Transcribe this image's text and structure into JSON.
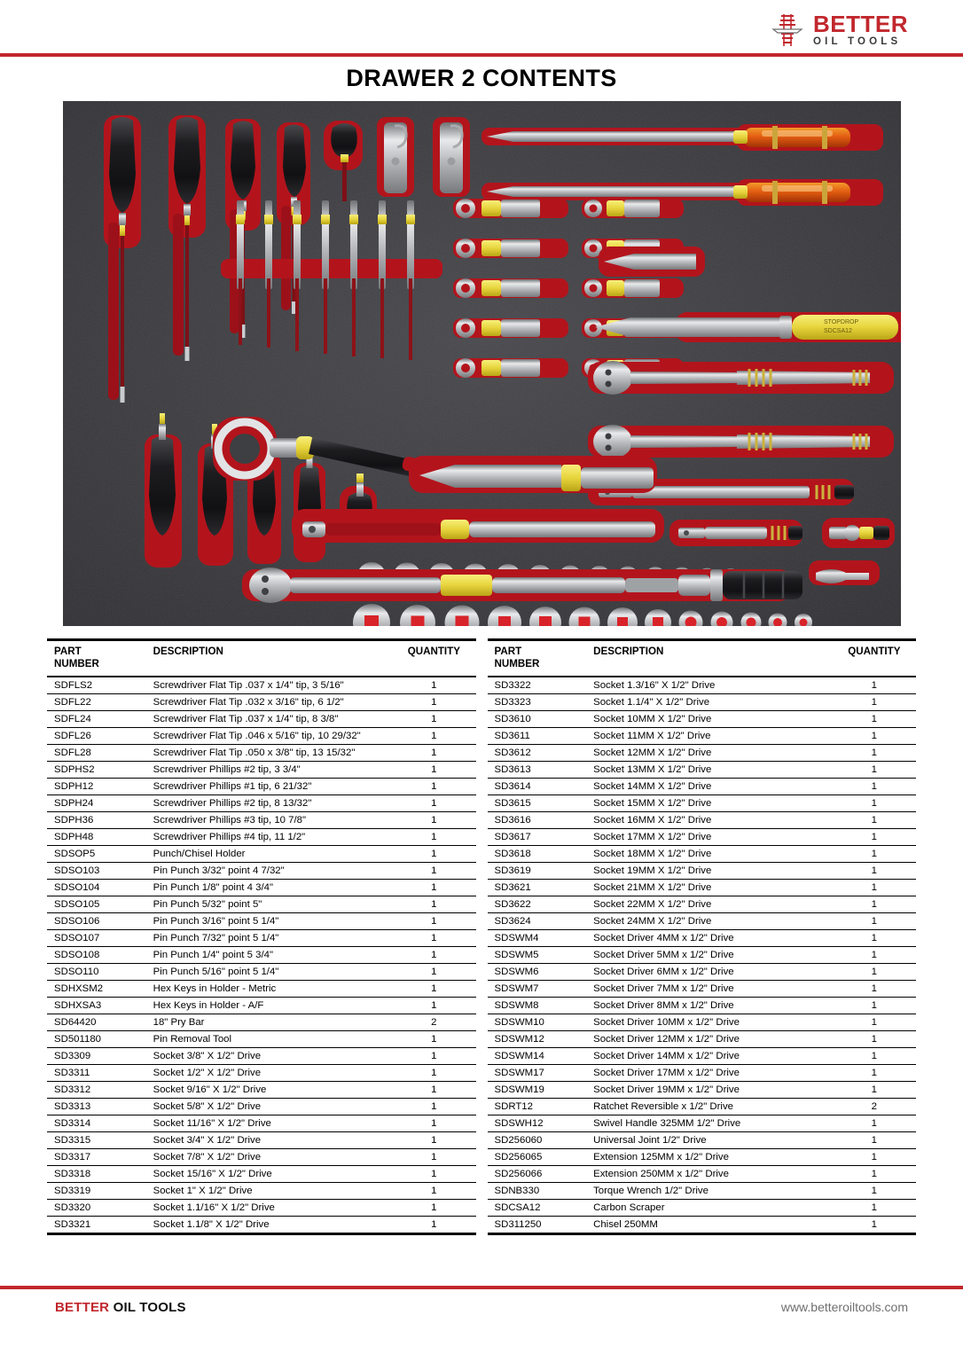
{
  "header": {
    "logo_brand": "BETTER",
    "logo_subtitle": "OIL TOOLS",
    "logo_icon": "oil-derrick-icon"
  },
  "title": "DRAWER 2 CONTENTS",
  "photo": {
    "alt": "Drawer 2 foam insert with screwdrivers, punches, sockets, ratchets and torque wrench",
    "foam_color": "#3c3c40",
    "cutout_color": "#b3141c",
    "accent_yellow": "#e8d43a",
    "chrome_color": "#d8d9db",
    "handle_color": "#1b1b1e",
    "scraper_label": "STOPDROP SDCSA12"
  },
  "table": {
    "headers": {
      "part_number_line1": "PART",
      "part_number_line2": "NUMBER",
      "description": "DESCRIPTION",
      "quantity": "QUANTITY"
    },
    "left_rows": [
      {
        "part": "SDFLS2",
        "desc": "Screwdriver Flat Tip .037 x 1/4\" tip, 3 5/16\"",
        "qty": "1"
      },
      {
        "part": "SDFL22",
        "desc": "Screwdriver Flat Tip .032 x 3/16\" tip, 6 1/2\"",
        "qty": "1"
      },
      {
        "part": "SDFL24",
        "desc": "Screwdriver Flat Tip .037 x 1/4\" tip, 8 3/8\"",
        "qty": "1"
      },
      {
        "part": "SDFL26",
        "desc": "Screwdriver Flat Tip .046 x 5/16\" tip, 10 29/32\"",
        "qty": "1"
      },
      {
        "part": "SDFL28",
        "desc": "Screwdriver Flat Tip .050 x 3/8\" tip, 13 15/32\"",
        "qty": "1"
      },
      {
        "part": "SDPHS2",
        "desc": "Screwdriver Phillips #2 tip, 3 3/4\"",
        "qty": "1"
      },
      {
        "part": "SDPH12",
        "desc": "Screwdriver Phillips #1 tip, 6 21/32\"",
        "qty": "1"
      },
      {
        "part": "SDPH24",
        "desc": "Screwdriver Phillips #2 tip, 8 13/32\"",
        "qty": "1"
      },
      {
        "part": "SDPH36",
        "desc": "Screwdriver Phillips #3 tip, 10 7/8\"",
        "qty": "1"
      },
      {
        "part": "SDPH48",
        "desc": "Screwdriver Phillips #4 tip, 11 1/2\"",
        "qty": "1"
      },
      {
        "part": "SDSOP5",
        "desc": "Punch/Chisel Holder",
        "qty": "1"
      },
      {
        "part": "SDSO103",
        "desc": "Pin Punch 3/32\" point 4 7/32\"",
        "qty": "1"
      },
      {
        "part": "SDSO104",
        "desc": "Pin Punch 1/8\" point 4 3/4\"",
        "qty": "1"
      },
      {
        "part": "SDSO105",
        "desc": "Pin Punch 5/32\" point 5\"",
        "qty": "1"
      },
      {
        "part": "SDSO106",
        "desc": "Pin Punch 3/16\" point 5 1/4\"",
        "qty": "1"
      },
      {
        "part": "SDSO107",
        "desc": "Pin Punch 7/32\" point 5 1/4\"",
        "qty": "1"
      },
      {
        "part": "SDSO108",
        "desc": "Pin Punch 1/4\" point 5 3/4\"",
        "qty": "1"
      },
      {
        "part": "SDSO110",
        "desc": "Pin Punch 5/16\" point 5 1/4\"",
        "qty": "1"
      },
      {
        "part": "SDHXSM2",
        "desc": "Hex Keys in Holder - Metric",
        "qty": "1"
      },
      {
        "part": "SDHXSA3",
        "desc": "Hex Keys in Holder - A/F",
        "qty": "1"
      },
      {
        "part": "SD64420",
        "desc": "18\" Pry Bar",
        "qty": "2"
      },
      {
        "part": "SD501180",
        "desc": "Pin Removal Tool",
        "qty": "1"
      },
      {
        "part": "SD3309",
        "desc": "Socket 3/8\" X 1/2\" Drive",
        "qty": "1"
      },
      {
        "part": "SD3311",
        "desc": "Socket 1/2\" X 1/2\" Drive",
        "qty": "1"
      },
      {
        "part": "SD3312",
        "desc": "Socket 9/16\" X 1/2\" Drive",
        "qty": "1"
      },
      {
        "part": "SD3313",
        "desc": "Socket 5/8\" X 1/2\" Drive",
        "qty": "1"
      },
      {
        "part": "SD3314",
        "desc": "Socket 11/16\" X 1/2\" Drive",
        "qty": "1"
      },
      {
        "part": "SD3315",
        "desc": "Socket 3/4\" X 1/2\" Drive",
        "qty": "1"
      },
      {
        "part": "SD3317",
        "desc": "Socket 7/8\" X 1/2\" Drive",
        "qty": "1"
      },
      {
        "part": "SD3318",
        "desc": "Socket 15/16\" X 1/2\" Drive",
        "qty": "1"
      },
      {
        "part": "SD3319",
        "desc": "Socket 1\" X 1/2\" Drive",
        "qty": "1"
      },
      {
        "part": "SD3320",
        "desc": "Socket 1.1/16\" X 1/2\" Drive",
        "qty": "1"
      },
      {
        "part": "SD3321",
        "desc": "Socket 1.1/8\" X 1/2\" Drive",
        "qty": "1"
      }
    ],
    "right_rows": [
      {
        "part": "SD3322",
        "desc": "Socket 1.3/16\" X 1/2\" Drive",
        "qty": "1"
      },
      {
        "part": "SD3323",
        "desc": "Socket 1.1/4\" X 1/2\" Drive",
        "qty": "1"
      },
      {
        "part": "SD3610",
        "desc": "Socket 10MM X 1/2\" Drive",
        "qty": "1"
      },
      {
        "part": "SD3611",
        "desc": "Socket 11MM X 1/2\" Drive",
        "qty": "1"
      },
      {
        "part": "SD3612",
        "desc": "Socket 12MM X 1/2\" Drive",
        "qty": "1"
      },
      {
        "part": "SD3613",
        "desc": "Socket 13MM X 1/2\" Drive",
        "qty": "1"
      },
      {
        "part": "SD3614",
        "desc": "Socket 14MM X 1/2\" Drive",
        "qty": "1"
      },
      {
        "part": "SD3615",
        "desc": "Socket 15MM X 1/2\" Drive",
        "qty": "1"
      },
      {
        "part": "SD3616",
        "desc": "Socket 16MM X 1/2\" Drive",
        "qty": "1"
      },
      {
        "part": "SD3617",
        "desc": "Socket 17MM X 1/2\" Drive",
        "qty": "1"
      },
      {
        "part": "SD3618",
        "desc": "Socket 18MM X 1/2\" Drive",
        "qty": "1"
      },
      {
        "part": "SD3619",
        "desc": "Socket 19MM X 1/2\" Drive",
        "qty": "1"
      },
      {
        "part": "SD3621",
        "desc": "Socket 21MM X 1/2\" Drive",
        "qty": "1"
      },
      {
        "part": "SD3622",
        "desc": "Socket 22MM X 1/2\" Drive",
        "qty": "1"
      },
      {
        "part": "SD3624",
        "desc": "Socket 24MM X 1/2\" Drive",
        "qty": "1"
      },
      {
        "part": "SDSWM4",
        "desc": "Socket Driver 4MM x 1/2\" Drive",
        "qty": "1"
      },
      {
        "part": "SDSWM5",
        "desc": "Socket Driver 5MM x 1/2\" Drive",
        "qty": "1"
      },
      {
        "part": "SDSWM6",
        "desc": "Socket Driver 6MM x 1/2\" Drive",
        "qty": "1"
      },
      {
        "part": "SDSWM7",
        "desc": "Socket Driver 7MM x 1/2\" Drive",
        "qty": "1"
      },
      {
        "part": "SDSWM8",
        "desc": "Socket Driver 8MM x 1/2\" Drive",
        "qty": "1"
      },
      {
        "part": "SDSWM10",
        "desc": "Socket Driver 10MM x 1/2\" Drive",
        "qty": "1"
      },
      {
        "part": "SDSWM12",
        "desc": "Socket Driver 12MM x 1/2\" Drive",
        "qty": "1"
      },
      {
        "part": "SDSWM14",
        "desc": "Socket Driver 14MM x 1/2\" Drive",
        "qty": "1"
      },
      {
        "part": "SDSWM17",
        "desc": "Socket Driver 17MM x 1/2\" Drive",
        "qty": "1"
      },
      {
        "part": "SDSWM19",
        "desc": "Socket Driver 19MM x 1/2\" Drive",
        "qty": "1"
      },
      {
        "part": "SDRT12",
        "desc": "Ratchet Reversible x 1/2\" Drive",
        "qty": "2"
      },
      {
        "part": "SDSWH12",
        "desc": "Swivel Handle 325MM 1/2\" Drive",
        "qty": "1"
      },
      {
        "part": "SD256060",
        "desc": "Universal Joint 1/2\" Drive",
        "qty": "1"
      },
      {
        "part": "SD256065",
        "desc": "Extension 125MM x 1/2\" Drive",
        "qty": "1"
      },
      {
        "part": "SD256066",
        "desc": "Extension 250MM x 1/2\" Drive",
        "qty": "1"
      },
      {
        "part": "SDNB330",
        "desc": "Torque Wrench 1/2\" Drive",
        "qty": "1"
      },
      {
        "part": "SDCSA12",
        "desc": "Carbon Scraper",
        "qty": "1"
      },
      {
        "part": "SD311250",
        "desc": "Chisel 250MM",
        "qty": "1"
      }
    ]
  },
  "footer": {
    "brand_red": "BETTER",
    "brand_black": "OIL TOOLS",
    "url": "www.betteroiltools.com"
  },
  "colors": {
    "brand_red": "#c1272d",
    "rule_red": "#c1272d",
    "text_black": "#000000",
    "url_gray": "#6f6f6f"
  }
}
